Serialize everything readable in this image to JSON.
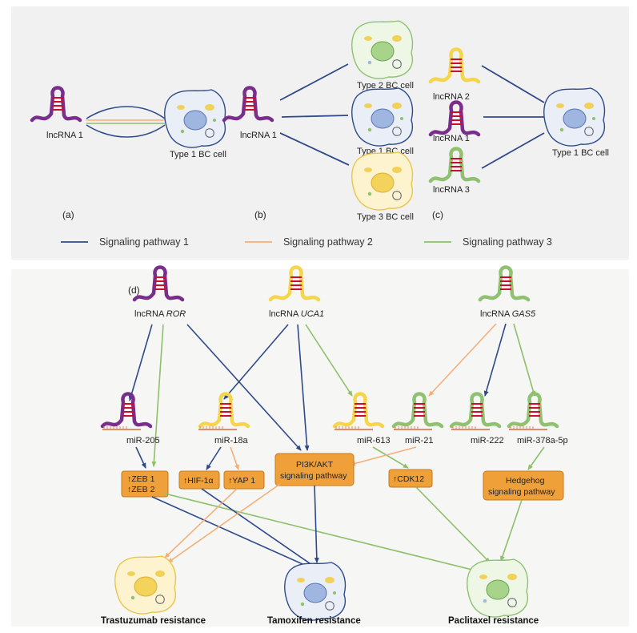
{
  "panels": {
    "a": "(a)",
    "b": "(b)",
    "c": "(c)",
    "d": "(d)"
  },
  "colors": {
    "pathway1": "#2f4a8a",
    "pathway2": "#f2b07a",
    "pathway3": "#8dc06a",
    "purple": "#7b2d8e",
    "yellow": "#f5d54a",
    "green": "#8fc170",
    "box": "#f0a038"
  },
  "top": {
    "a_lnc": "lncRNA 1",
    "a_cell": "Type 1 BC cell",
    "b_lnc": "lncRNA 1",
    "b_cell_type2": "Type 2 BC cell",
    "b_cell_type1": "Type 1 BC cell",
    "b_cell_type3": "Type 3 BC cell",
    "c_lnc2": "lncRNA 2",
    "c_lnc1": "lncRNA 1",
    "c_lnc3": "lncRNA 3",
    "c_cell": "Type 1 BC cell"
  },
  "legend": [
    {
      "label": "Signaling pathway 1",
      "color": "#2f4a8a"
    },
    {
      "label": "Signaling pathway 2",
      "color": "#f2b07a"
    },
    {
      "label": "Signaling pathway 3",
      "color": "#8dc06a"
    }
  ],
  "bottom": {
    "lnc_ror_prefix": "lncRNA ",
    "lnc_ror_name": "ROR",
    "lnc_uca1_prefix": "lncRNA ",
    "lnc_uca1_name": "UCA1",
    "lnc_gas5_prefix": "lncRNA ",
    "lnc_gas5_name": "GAS5",
    "mir205": "miR-205",
    "mir18a": "miR-18a",
    "mir613": "miR-613",
    "mir21": "miR-21",
    "mir222": "miR-222",
    "mir378": "miR-378a-5p",
    "box_zeb1": "↑ZEB 1",
    "box_zeb2": "↑ZEB 2",
    "box_hif": "↑HIF-1α",
    "box_yap": "↑YAP 1",
    "box_pi3k_1": "PI3K/AKT",
    "box_pi3k_2": "signaling pathway",
    "box_cdk12": "↑CDK12",
    "box_hh_1": "Hedgehog",
    "box_hh_2": "signaling pathway",
    "res_trastuzumab": "Trastuzumab resistance",
    "res_tamoxifen": "Tamoxifen resistance",
    "res_paclitaxel": "Paclitaxel resistance"
  }
}
